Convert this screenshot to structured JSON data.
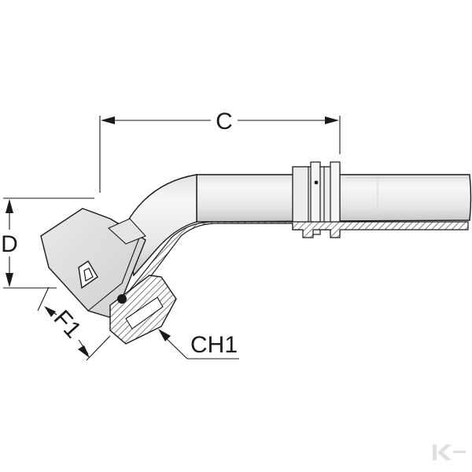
{
  "dimensions": {
    "c": "C",
    "d": "D",
    "f1": "F1",
    "ch1": "CH1"
  },
  "watermark": {
    "icon": "k-logo-icon"
  },
  "colors": {
    "line": "#1a1a1a",
    "body_light": "#f2f2f2",
    "body_mid": "#dcdcdc",
    "body_shadow": "#b9b9b9",
    "hatch": "#444444"
  }
}
